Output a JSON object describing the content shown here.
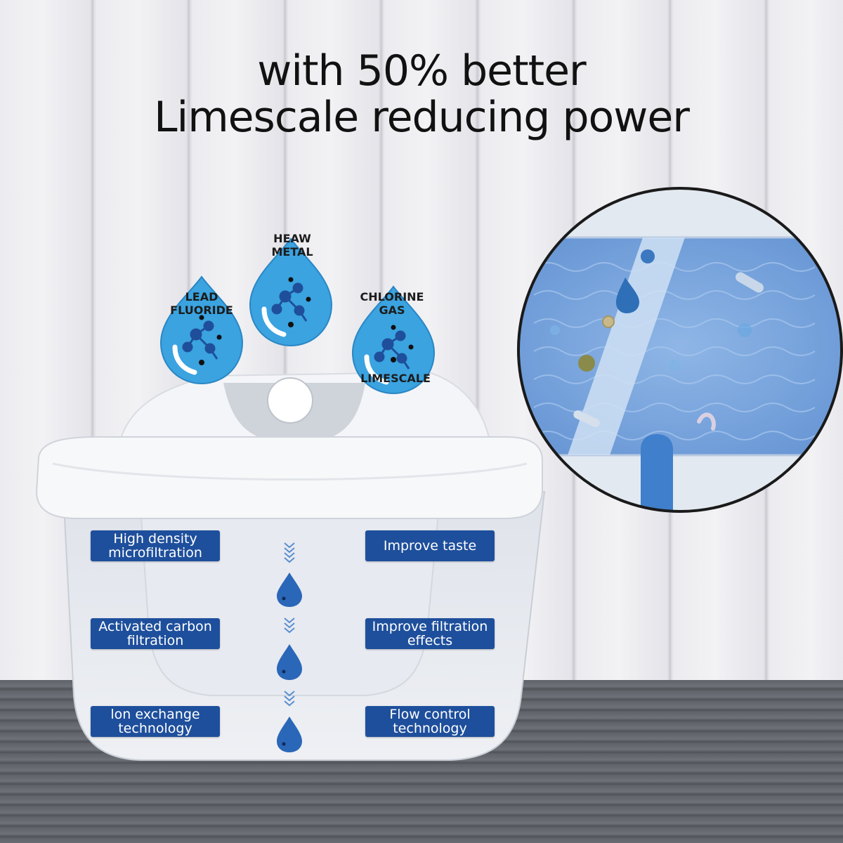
{
  "headline": {
    "line1": "with 50% better",
    "line2": "Limescale reducing power"
  },
  "contaminants": {
    "left": {
      "line1": "LEAD",
      "line2": "FLUORIDE"
    },
    "center": {
      "line1": "HEAW",
      "line2": "METAL"
    },
    "right": {
      "line1": "CHLORINE",
      "line2": "GAS",
      "bottom": "LIMESCALE"
    }
  },
  "features": {
    "left": [
      {
        "line1": "High density",
        "line2": "microfiltration"
      },
      {
        "line1": "Activated carbon",
        "line2": "filtration"
      },
      {
        "line1": "lon exchange",
        "line2": "technology"
      }
    ],
    "right": [
      {
        "line1": "Improve taste",
        "line2": ""
      },
      {
        "line1": "Improve filtration",
        "line2": "effects"
      },
      {
        "line1": "Flow control",
        "line2": "technology"
      }
    ]
  },
  "colors": {
    "feature_box": "#1e4f9c",
    "droplet": "#3aa3e0",
    "water_drop": "#2a67b8",
    "headline": "#111111"
  },
  "icons": [
    "water-droplet-icon",
    "molecule-icon",
    "chevron-down-icon",
    "magnifier-circle"
  ]
}
